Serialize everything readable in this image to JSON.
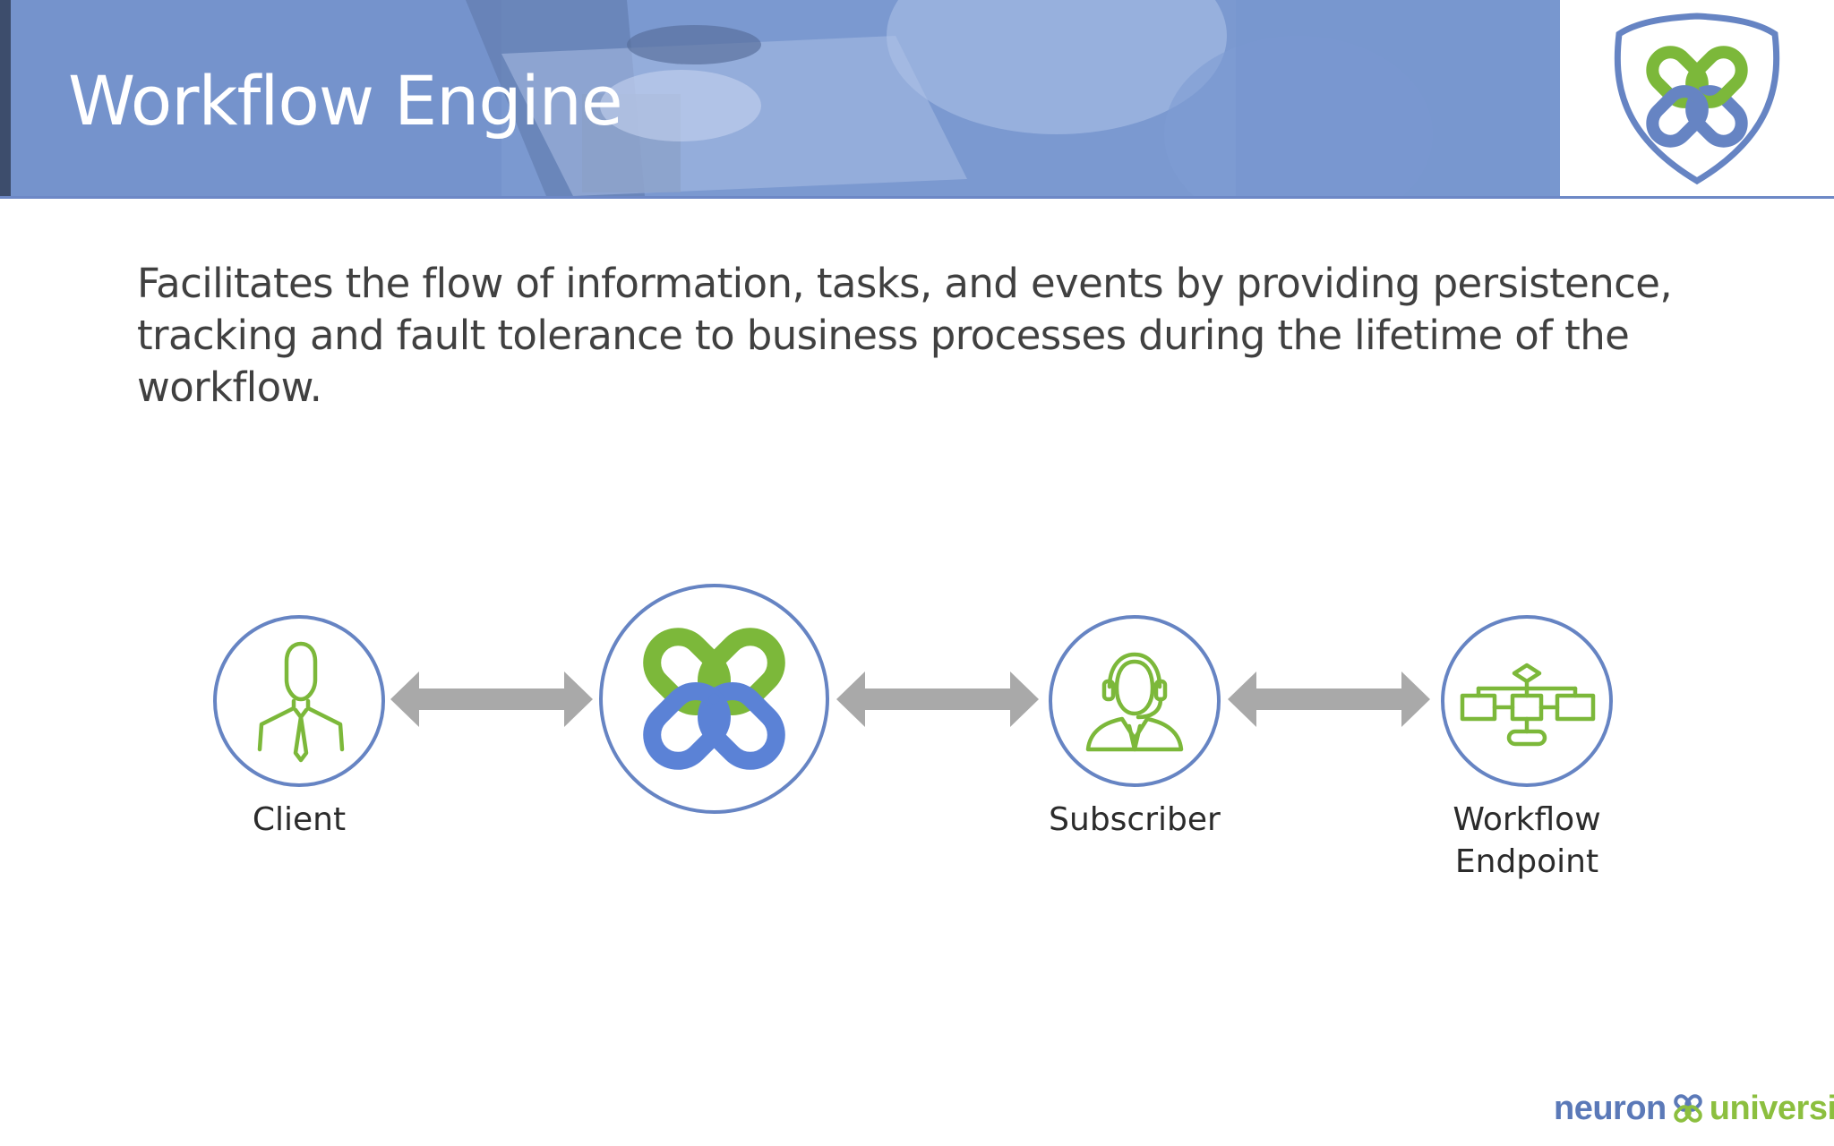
{
  "header": {
    "title": "Workflow Engine",
    "logo_icon": "neuron-shield-logo-icon"
  },
  "main": {
    "description": "Facilitates the flow of information, tasks, and events by providing persistence, tracking and fault tolerance to business processes during the lifetime of the workflow."
  },
  "diagram": {
    "nodes": [
      {
        "id": "client",
        "label": "Client",
        "icon": "person-tie-icon"
      },
      {
        "id": "engine",
        "label": "",
        "icon": "neuron-knot-logo-icon"
      },
      {
        "id": "subscriber",
        "label": "Subscriber",
        "icon": "headset-person-icon"
      },
      {
        "id": "workflow-endpoint",
        "label": "Workflow Endpoint",
        "label_lines": [
          "Workflow",
          "Endpoint"
        ],
        "icon": "flowchart-icon"
      }
    ],
    "connectors": [
      "bidirectional-arrow",
      "bidirectional-arrow",
      "bidirectional-arrow"
    ]
  },
  "footer": {
    "brand_part1": "neuron",
    "brand_part2": "university"
  },
  "colors": {
    "accent_blue": "#6684c3",
    "accent_green": "#7cb83a",
    "arrow_gray": "#a9a9a9",
    "banner_blue": "#7c9bd1"
  }
}
